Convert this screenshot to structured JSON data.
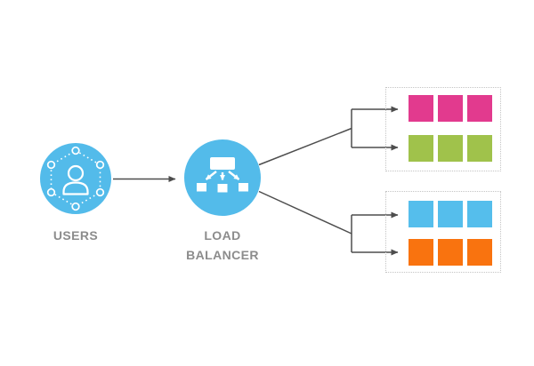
{
  "title": "Load balancer architecture diagram",
  "colors": {
    "background": "#ffffff",
    "node_fill": "#53bbea",
    "icon_stroke": "#ffffff",
    "connector": "#4d4d4d",
    "label": "#8c8c8c",
    "group_border": "#c4c4c4"
  },
  "nodes": {
    "users": {
      "label": "USERS",
      "icon": "users-hexagon-icon"
    },
    "load_balancer": {
      "label_line1": "LOAD",
      "label_line2": "BALANCER",
      "icon": "load-balancer-icon"
    }
  },
  "server_groups": [
    {
      "name": "server-group-top",
      "rows": [
        {
          "name": "pink-server",
          "color": "#e23a8e",
          "count": 3
        },
        {
          "name": "green-server",
          "color": "#a0c24b",
          "count": 3
        }
      ]
    },
    {
      "name": "server-group-bottom",
      "rows": [
        {
          "name": "blue-server",
          "color": "#55beec",
          "count": 3
        },
        {
          "name": "orange-server",
          "color": "#f9730f",
          "count": 3
        }
      ]
    }
  ]
}
